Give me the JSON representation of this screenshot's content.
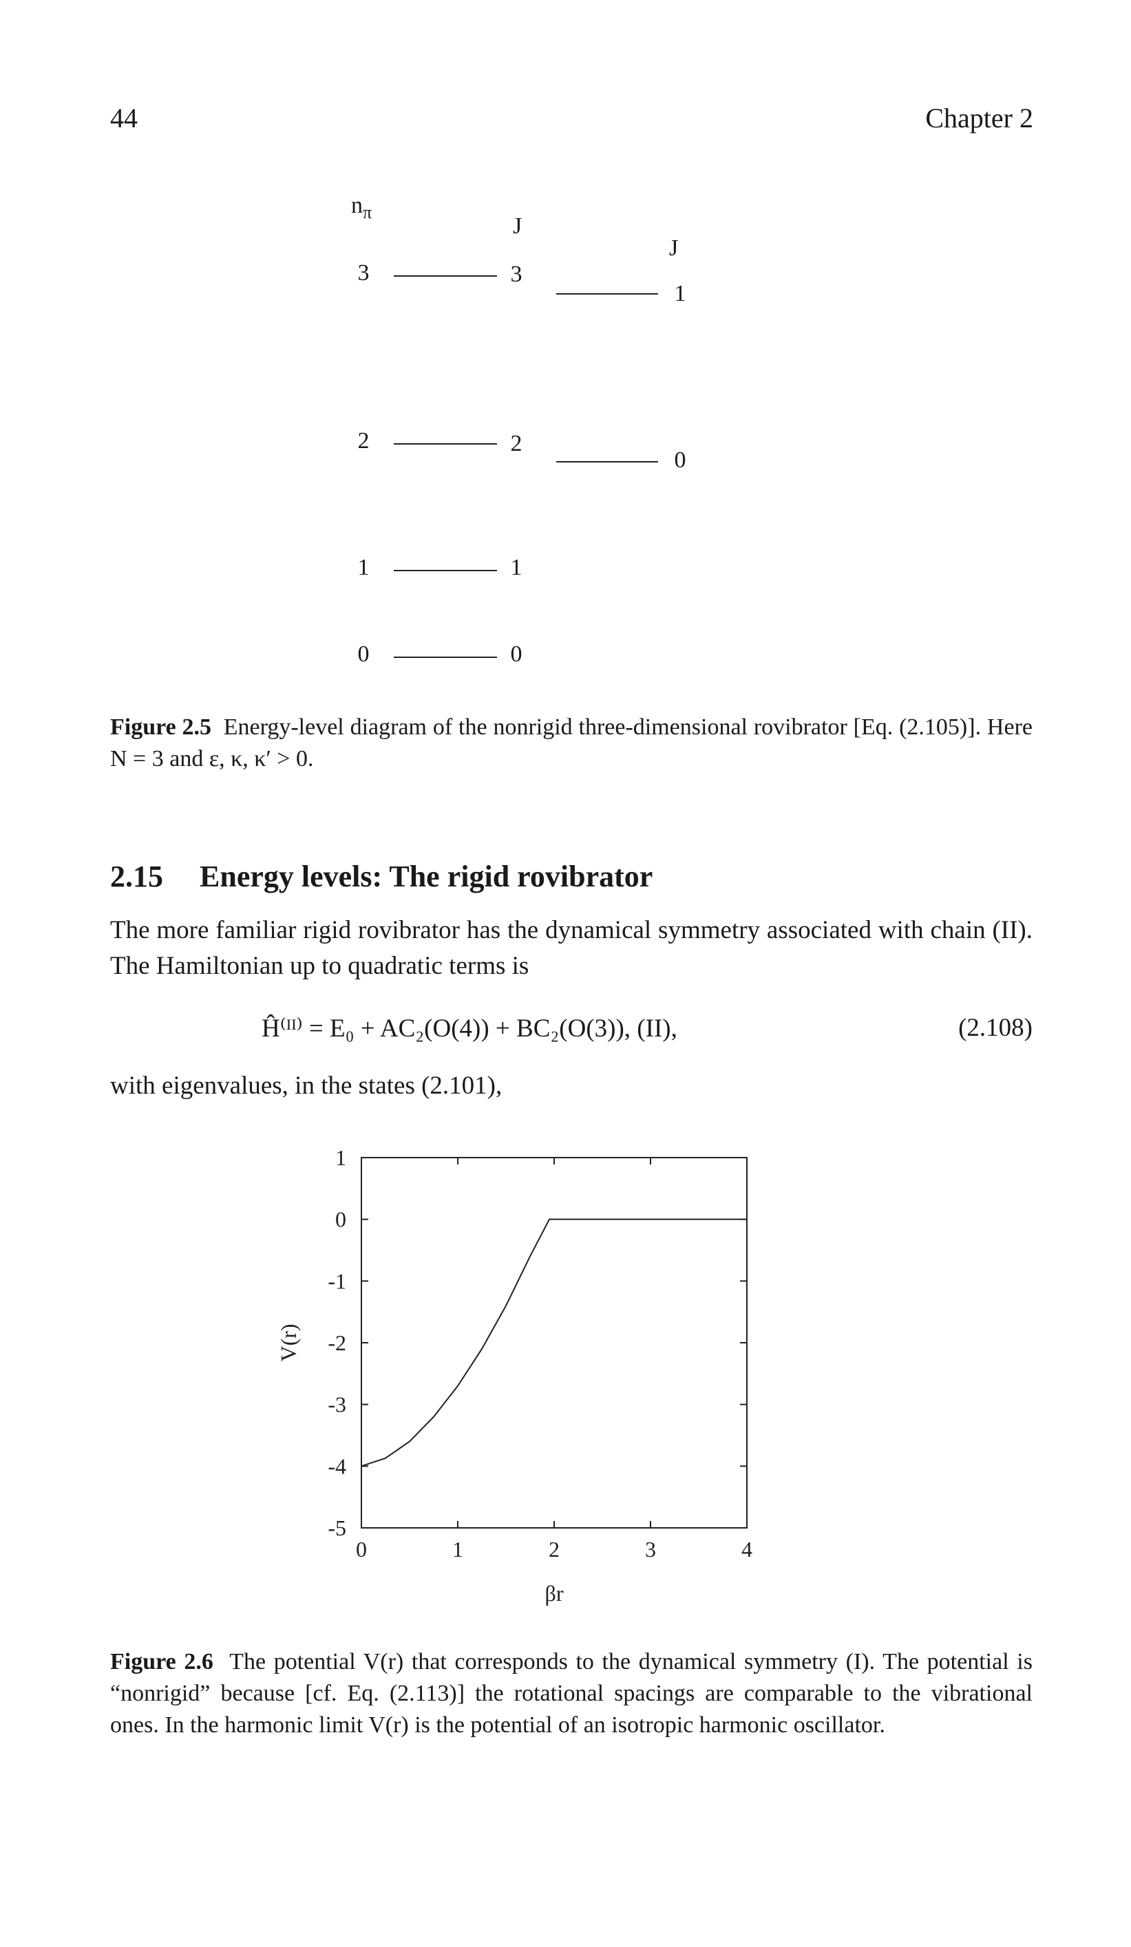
{
  "header": {
    "page_number": "44",
    "chapter": "Chapter 2"
  },
  "figure_2_5": {
    "left_column_header": "n",
    "left_column_header_sub": "π",
    "middle_column_header": "J",
    "right_column_header": "J",
    "left_levels": [
      "3",
      "2",
      "1",
      "0"
    ],
    "middle_levels": [
      "3",
      "2",
      "1",
      "0"
    ],
    "right_levels": [
      "1",
      "0"
    ],
    "caption_label": "Figure 2.5",
    "caption_text": "Energy-level diagram of the nonrigid three-dimensional rovibrator [Eq. (2.105)]. Here N = 3 and ε, κ, κ′ > 0."
  },
  "section": {
    "number": "2.15",
    "title": "Energy levels: The rigid rovibrator"
  },
  "paragraph_1": "The more familiar rigid rovibrator has the dynamical symmetry associated with chain (II). The Hamiltonian up to quadratic terms is",
  "equation": {
    "body": "Ĥ⁽ᴵᴵ⁾ = E₀ + AC₂(O(4)) + BC₂(O(3)),     (II),",
    "number": "(2.108)"
  },
  "paragraph_2": "with eigenvalues, in the states (2.101),",
  "chart_data": {
    "type": "line",
    "title": "",
    "xlabel": "βr",
    "ylabel": "V(r)",
    "xlim": [
      0,
      4
    ],
    "ylim": [
      -5,
      1
    ],
    "x_ticks": [
      "0",
      "1",
      "2",
      "3",
      "4"
    ],
    "y_ticks": [
      "1",
      "0",
      "-1",
      "-2",
      "-3",
      "-4",
      "-5"
    ],
    "grid": false,
    "series": [
      {
        "x": [
          0,
          0.25,
          0.5,
          0.75,
          1.0,
          1.25,
          1.5,
          1.75,
          1.95,
          2.0,
          2.5,
          3.0,
          3.5,
          4.0
        ],
        "y": [
          -4.0,
          -3.87,
          -3.6,
          -3.2,
          -2.7,
          -2.1,
          -1.4,
          -0.6,
          0.0,
          0.0,
          0.0,
          0.0,
          0.0,
          0.0
        ]
      }
    ]
  },
  "figure_2_6": {
    "caption_label": "Figure 2.6",
    "caption_text": "The potential V(r) that corresponds to the dynamical symmetry (I). The potential is “nonrigid” because [cf. Eq. (2.113)] the rotational spacings are comparable to the vibrational ones. In the harmonic limit V(r) is the potential of an isotropic harmonic oscillator."
  }
}
